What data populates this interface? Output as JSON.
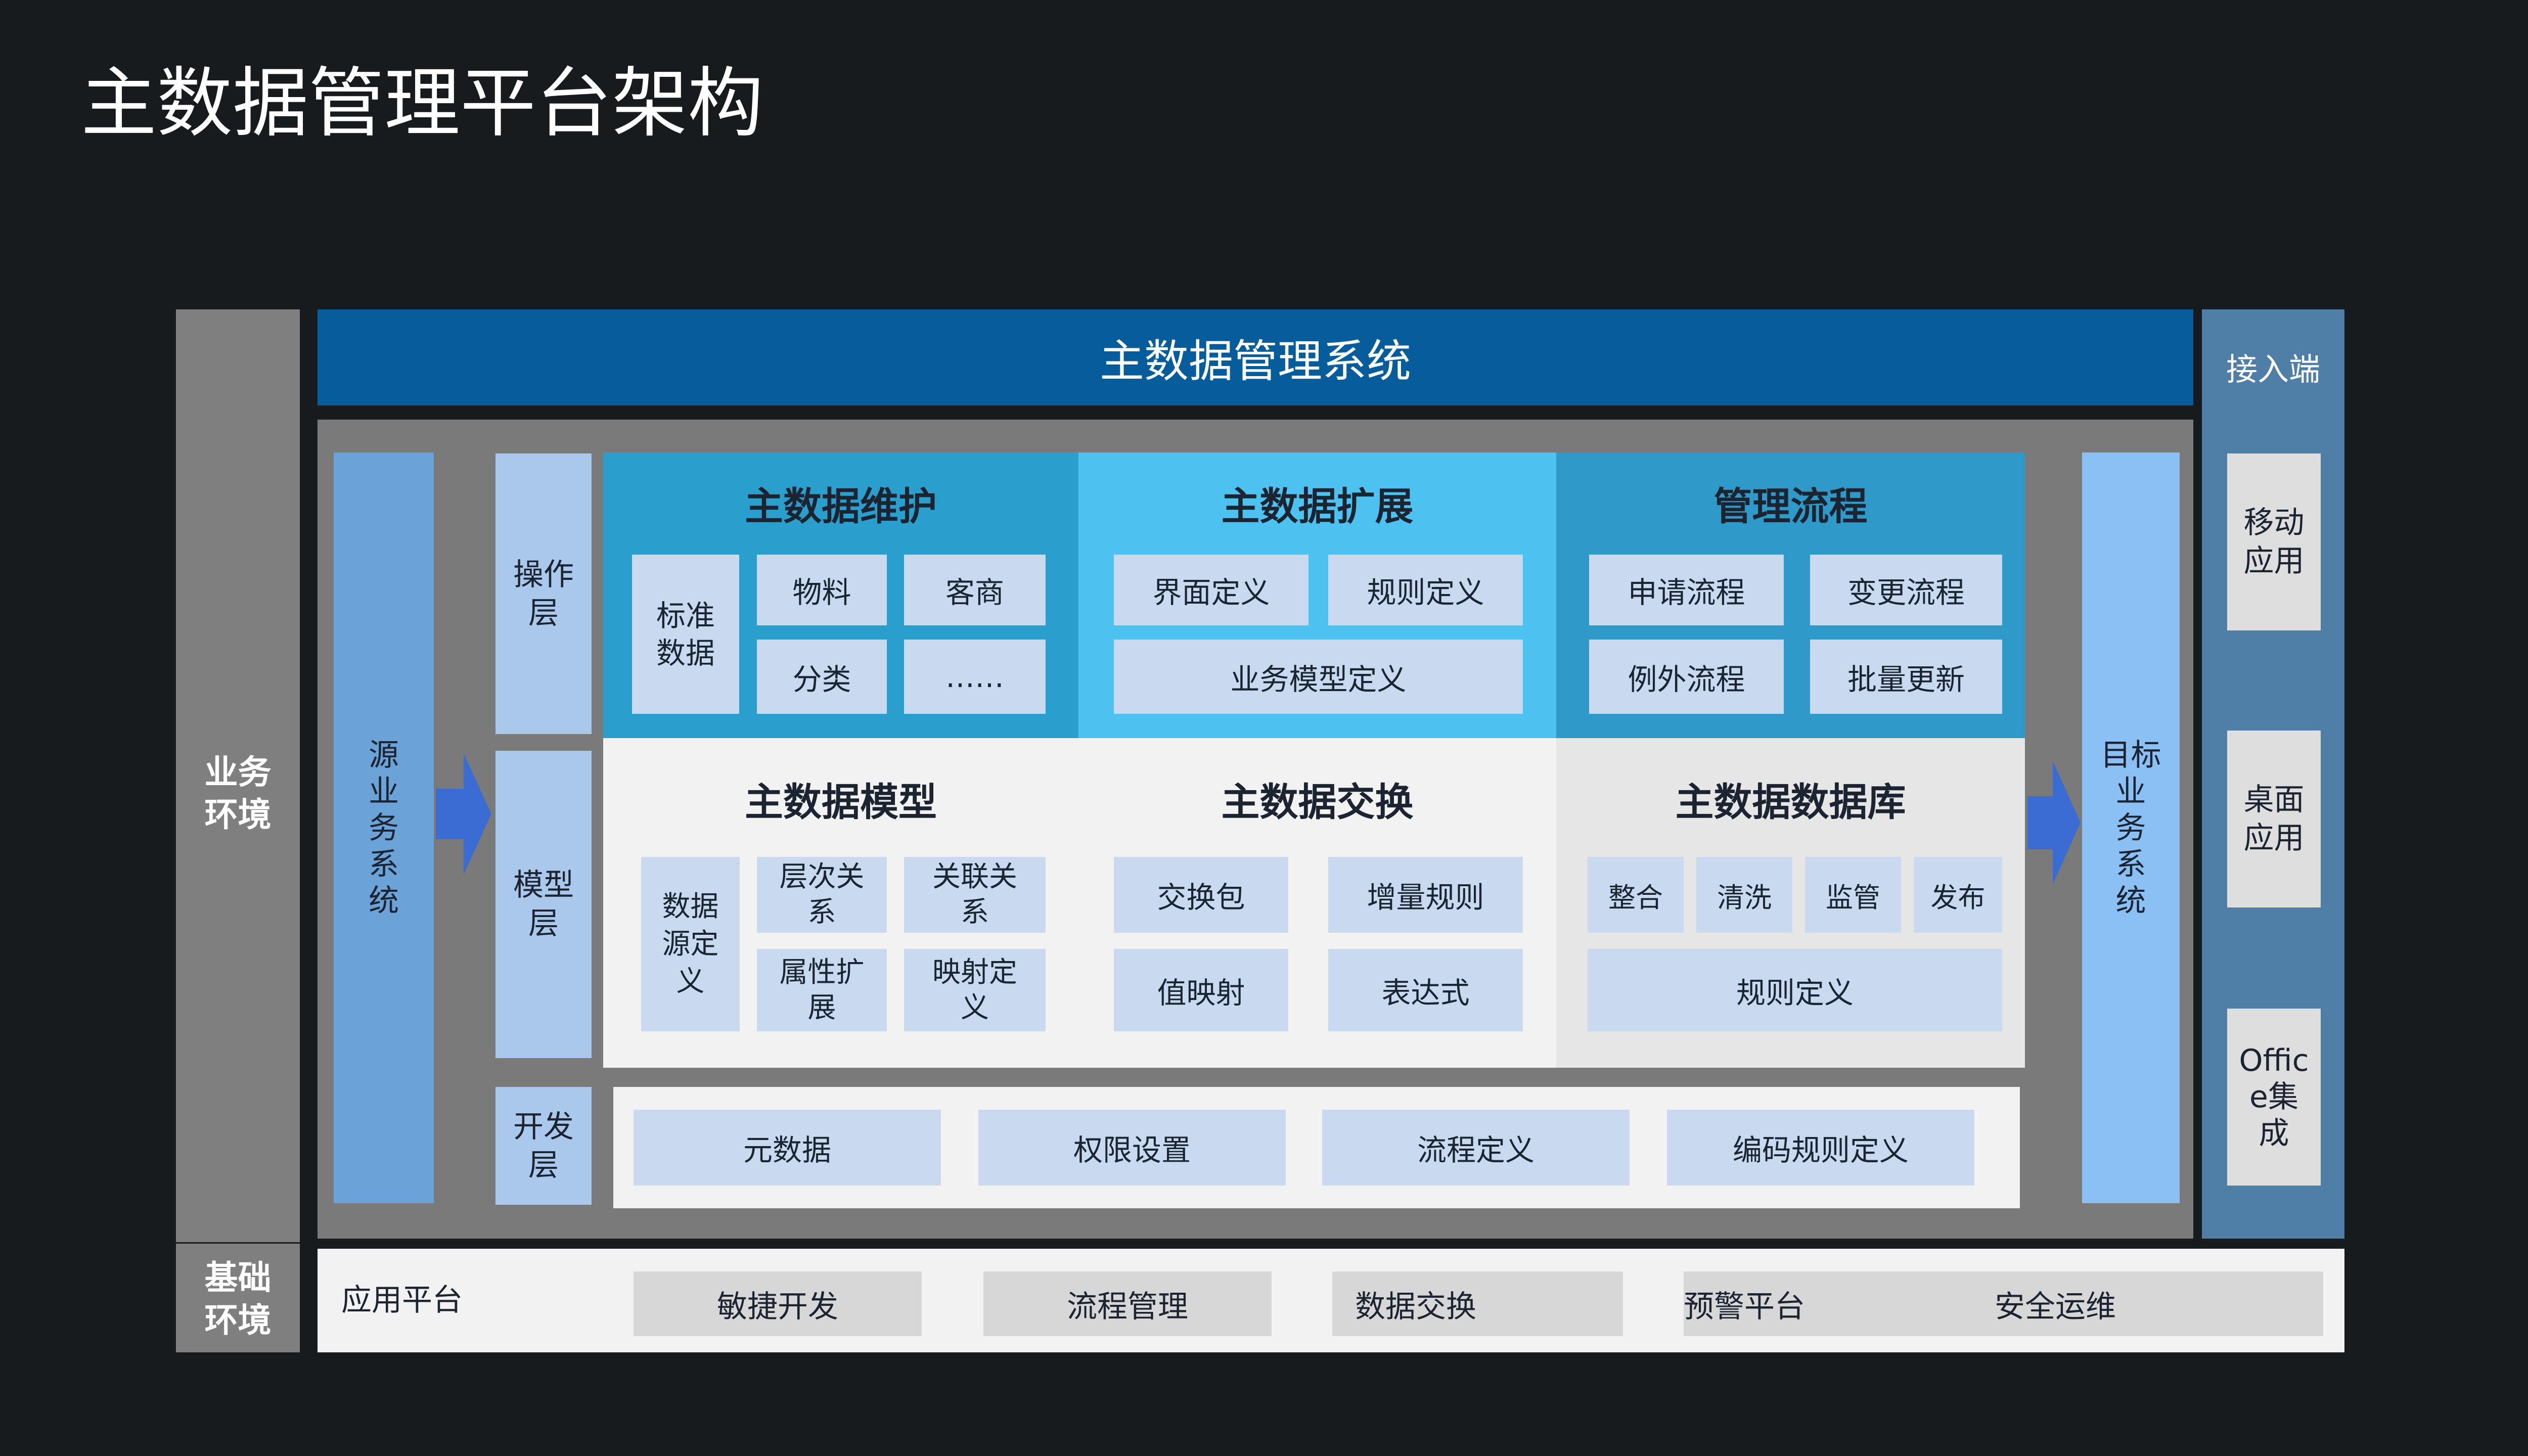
{
  "page_title": "主数据管理平台架构",
  "left_labels": {
    "business_env": "业务\n环境",
    "base_env": "基础\n环境"
  },
  "system_title": "主数据管理系统",
  "source_system": "源\n业\n务\n系\n统",
  "target_system": "目标\n业\n务\n系\n统",
  "layers": {
    "operation": "操作\n层",
    "model": "模型\n层",
    "dev": "开发\n层"
  },
  "maintenance": {
    "title": "主数据维护",
    "standard": "标准\n数据",
    "items": [
      "物料",
      "客商",
      "分类",
      "……"
    ]
  },
  "extension": {
    "title": "主数据扩展",
    "items": [
      "界面定义",
      "规则定义",
      "业务模型定义"
    ]
  },
  "process": {
    "title": "管理流程",
    "items": [
      "申请流程",
      "变更流程",
      "例外流程",
      "批量更新"
    ]
  },
  "model": {
    "title": "主数据模型",
    "source_def": "数据\n源定\n义",
    "items": [
      "层次关\n系",
      "关联关\n系",
      "属性扩\n展",
      "映射定\n义"
    ]
  },
  "exchange": {
    "title": "主数据交换",
    "items": [
      "交换包",
      "增量规则",
      "值映射",
      "表达式"
    ]
  },
  "database": {
    "title": "主数据数据库",
    "items": [
      "整合",
      "清洗",
      "监管",
      "发布"
    ],
    "rule": "规则定义"
  },
  "dev_items": [
    "元数据",
    "权限设置",
    "流程定义",
    "编码规则定义"
  ],
  "access": {
    "title": "接入端",
    "items": [
      "移动\n应用",
      "桌面\n应用",
      "Offic\ne集\n成"
    ]
  },
  "platform": {
    "label": "应用平台",
    "items": [
      "敏捷开发",
      "流程管理",
      "数据交换",
      "预警平台",
      "安全运维"
    ]
  },
  "colors": {
    "background": "#181b1e",
    "system_bar": "#075c9c",
    "maintenance": "#2a9fce",
    "extension": "#4dc1ef",
    "process": "#2f9ac9",
    "source": "#6ba2d8",
    "target": "#8bc0f5",
    "arrow": "#3b6cd4",
    "access": "#4f7ea7"
  }
}
